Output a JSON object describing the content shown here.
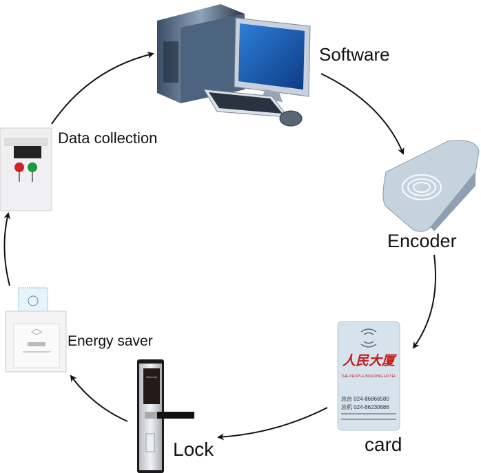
{
  "labels": {
    "software": "Software",
    "encoder": "Encoder",
    "card": "card",
    "lock": "Lock",
    "energy_saver": "Energy saver",
    "data_collection": "Data collection"
  },
  "card_print": {
    "logo": "人民大厦",
    "hotel_name": "THE PEOPLE BUILDING HOTEL",
    "line1": "总台  024-86866580",
    "line2": "总机  024-86230686"
  },
  "lock_display": "Welcome",
  "colors": {
    "arrow": "#111111",
    "card_bg": "#d6e3ec",
    "encoder_body": "#b9c8d6",
    "logo_red": "#c41a1a",
    "button_red": "#d42020",
    "button_green": "#1a9a3a"
  }
}
